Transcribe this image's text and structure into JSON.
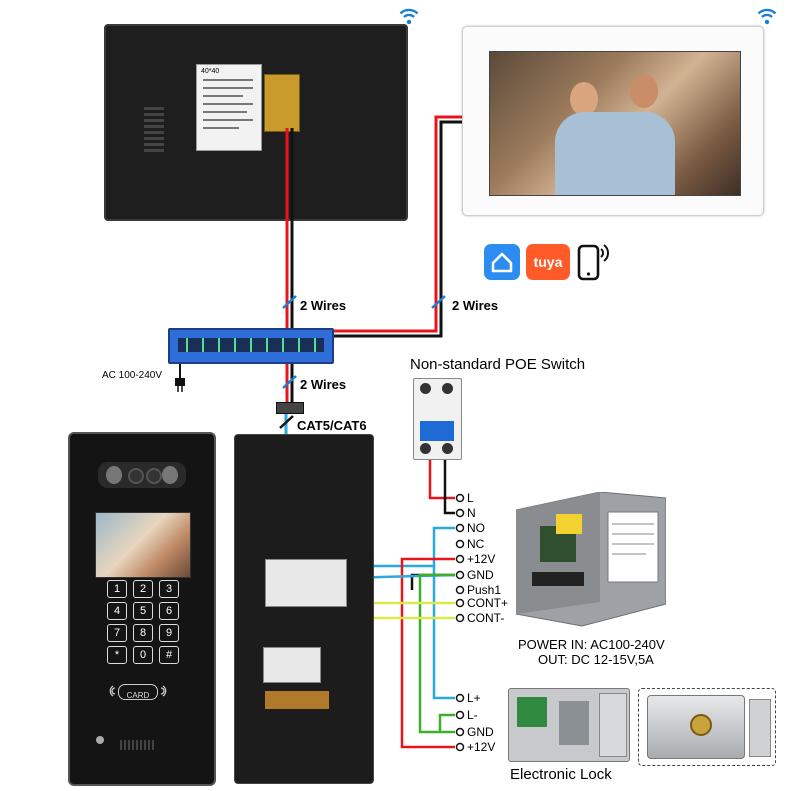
{
  "wire_labels": {
    "top_left": "2 Wires",
    "top_right": "2 Wires",
    "middle": "2 Wires",
    "cable": "CAT5/CAT6"
  },
  "switch": {
    "power_label": "AC 100-240V",
    "title": "Non-standard POE Switch"
  },
  "indoor_monitor_back": {
    "sticker_text": "40*40"
  },
  "app_icons": [
    "smart-home-icon",
    "tuya-icon",
    "phone-wifi-icon"
  ],
  "tuya_text": "tuya",
  "terminals": {
    "upper": [
      "L",
      "N",
      "NO",
      "NC",
      "+12V",
      "GND",
      "Push1",
      "CONT+",
      "CONT-"
    ],
    "lower": [
      "L+",
      "L-",
      "GND",
      "+12V"
    ]
  },
  "power_supply": {
    "input": "POWER  IN: AC100-240V",
    "output": "OUT: DC 12-15V,5A"
  },
  "lock": {
    "title": "Electronic Lock"
  },
  "door_station": {
    "keys": [
      "1",
      "2",
      "3",
      "4",
      "5",
      "6",
      "7",
      "8",
      "9",
      "*",
      "0",
      "#"
    ],
    "card_label": "CARD"
  },
  "colors": {
    "red_wire": "#e8141c",
    "black_wire": "#111111",
    "blue_wire": "#29a9e0",
    "green_wire": "#3fae2a",
    "yellow_wire": "#dde84a",
    "switch_blue": "#2f6dd9"
  }
}
